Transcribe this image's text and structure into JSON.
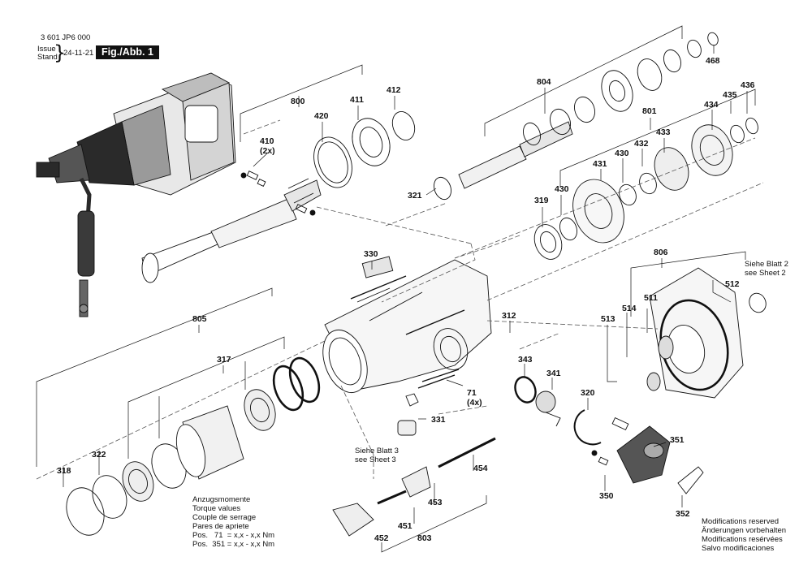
{
  "header": {
    "doc_number": "3 601 JP6 000",
    "issue_label_en": "Issue",
    "issue_label_de": "Stand",
    "issue_date": "24-11-21",
    "figure_label": "Fig./Abb. 1"
  },
  "callouts": {
    "c800": "800",
    "c412": "412",
    "c411": "411",
    "c420": "420",
    "c410": "410",
    "c410_qty": "(2x)",
    "c804": "804",
    "c468": "468",
    "c436": "436",
    "c435": "435",
    "c434": "434",
    "c801": "801",
    "c433": "433",
    "c432": "432",
    "c430a": "430",
    "c430b": "430",
    "c431": "431",
    "c321": "321",
    "c319": "319",
    "c330": "330",
    "c806": "806",
    "c512": "512",
    "c511": "511",
    "c514": "514",
    "c513": "513",
    "c805": "805",
    "c312": "312",
    "c317": "317",
    "c343": "343",
    "c341": "341",
    "c71": "71",
    "c71_qty": "(4x)",
    "c320": "320",
    "c331": "331",
    "c318": "318",
    "c322": "322",
    "c351": "351",
    "c350": "350",
    "c352": "352",
    "c454": "454",
    "c453": "453",
    "c451": "451",
    "c452": "452",
    "c803": "803"
  },
  "references": {
    "sheet2_de": "Siehe Blatt 2",
    "sheet2_en": "see Sheet 2",
    "sheet3_de": "Siehe Blatt 3",
    "sheet3_en": "see Sheet 3"
  },
  "torque": {
    "title_de": "Anzugsmomente",
    "title_en": "Torque values",
    "title_fr": "Couple de serrage",
    "title_es": "Pares de apriete",
    "row1": "Pos.   71  = x,x - x,x Nm",
    "row2": "Pos.  351 = x,x - x,x Nm"
  },
  "modifications": {
    "en": "Modifications reserved",
    "de": "Änderungen vorbehalten",
    "fr": "Modifications resérvées",
    "es": "Salvo modificaciones"
  },
  "colors": {
    "ink": "#111111",
    "body": "#2a2a2a",
    "accent": "#3a3a3a",
    "dash": "#555555"
  }
}
